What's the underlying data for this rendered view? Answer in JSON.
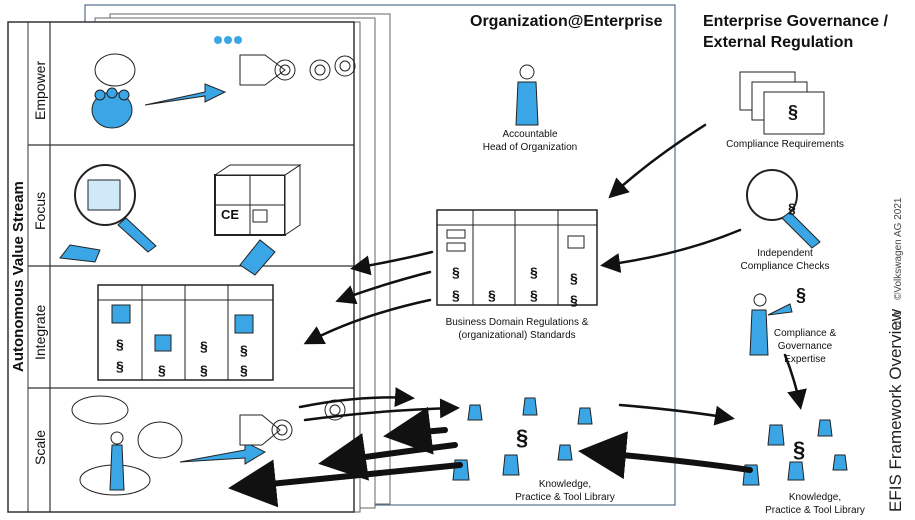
{
  "stream_label": "Autonomous Value Stream",
  "stages": [
    "Empower",
    "Focus",
    "Integrate",
    "Scale"
  ],
  "org_heading": "Organization@Enterprise",
  "gov_heading_line1": "Enterprise Governance /",
  "gov_heading_line2": "External Regulation",
  "head_label": "Accountable\nHead of Organization",
  "compliance_req_label": "Compliance Requirements",
  "compliance_checks_label": "Independent\nCompliance Checks",
  "regulations_label": "Business Domain Regulations &\n(organizational) Standards",
  "expertise_label": "Compliance &\nGovernance\nExpertise",
  "library_label_inner": "Knowledge,\nPractice & Tool Library",
  "library_label_outer": "Knowledge,\nPractice & Tool Library",
  "ce_label": "CE",
  "paragraph_symbol": "§",
  "framework_title": "EFIS Framework Overview",
  "version": "v1.0",
  "copyright": "©Volkswagen AG  2021",
  "colors": {
    "accent": "#3aa6e6",
    "ink": "#111111",
    "frame": "#556f8c"
  }
}
